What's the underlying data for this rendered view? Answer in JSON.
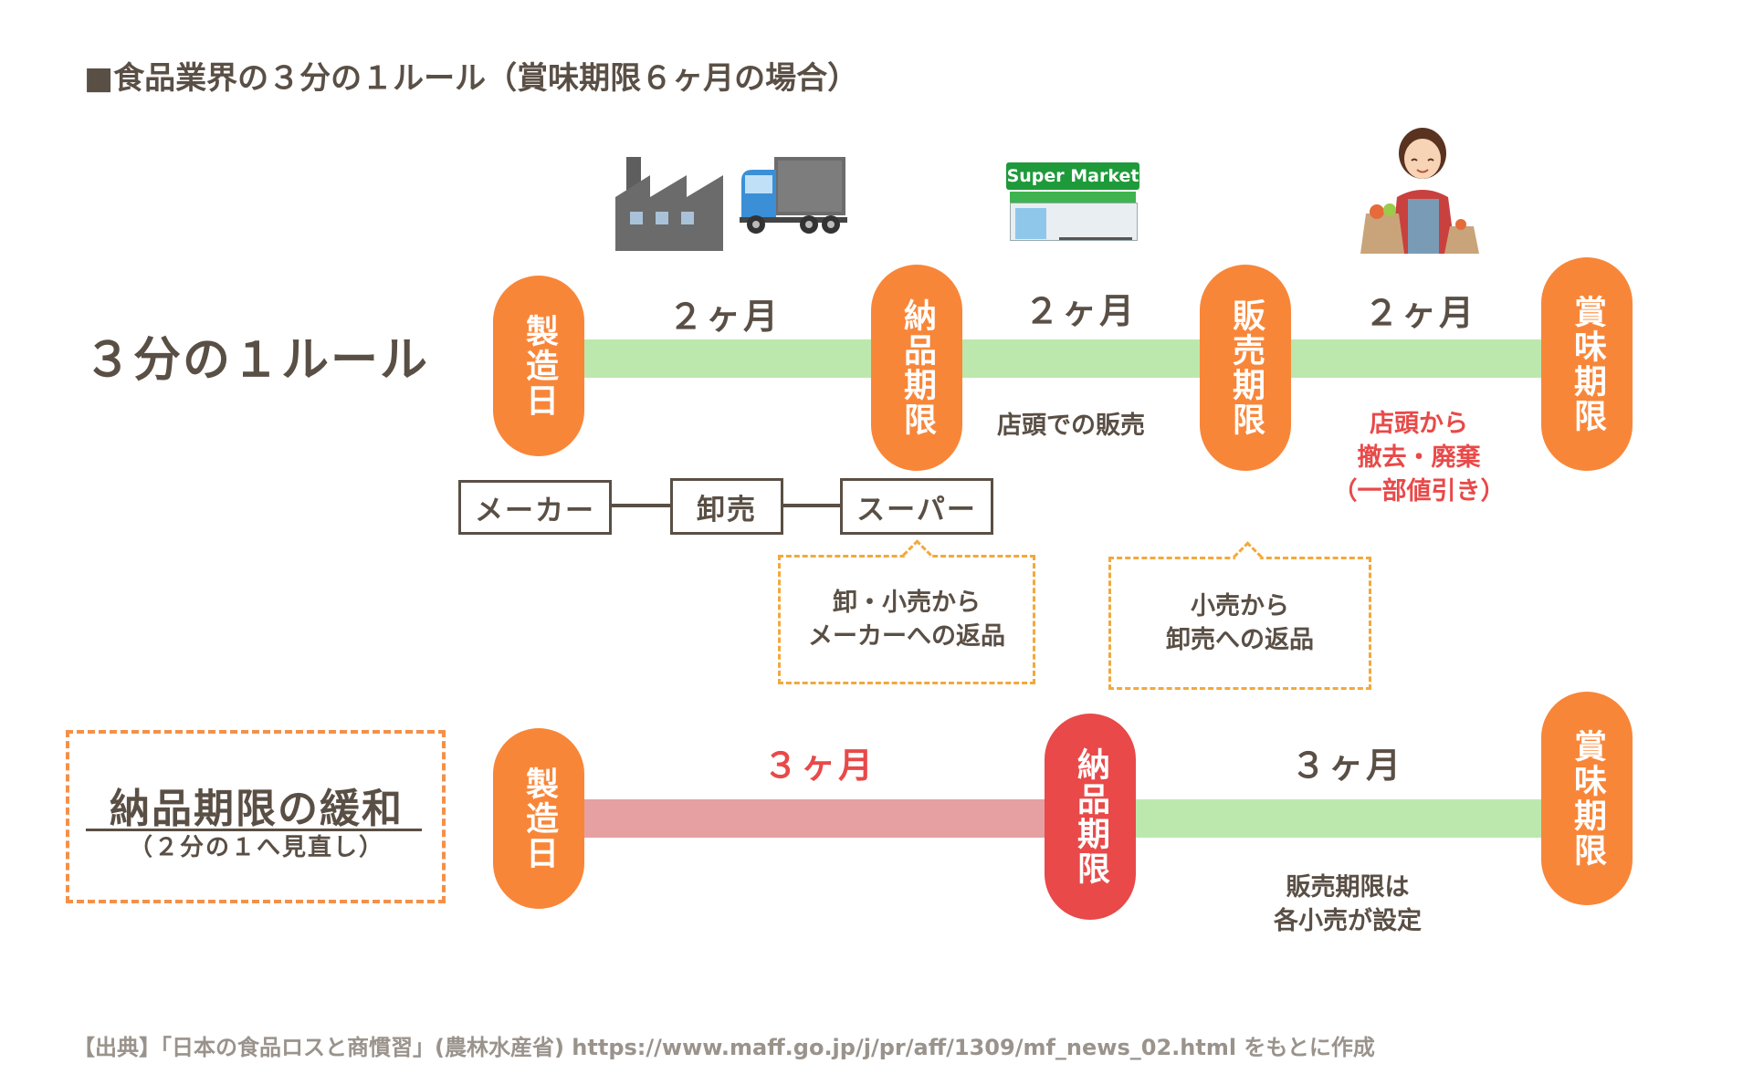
{
  "title": "■食品業界の３分の１ルール（賞味期限６ヶ月の場合）",
  "rule_row": {
    "label": "３分の１ルール",
    "milestones": [
      "製造日",
      "納品期限",
      "販売期限",
      "賞味期限"
    ],
    "periods": [
      "２ヶ月",
      "２ヶ月",
      "２ヶ月"
    ],
    "notes": {
      "store_sales": "店頭での販売",
      "removal_line1": "店頭から",
      "removal_line2": "撤去・廃棄",
      "removal_line3": "（一部値引き）"
    },
    "chain": [
      "メーカー",
      "卸売",
      "スーパー"
    ],
    "bubbles": [
      {
        "line1": "卸・小売から",
        "line2": "メーカーへの返品"
      },
      {
        "line1": "小売から",
        "line2": "卸売への返品"
      }
    ],
    "supermarket_sign": "Super Market"
  },
  "relaxed_row": {
    "label": "納品期限の緩和",
    "sublabel": "（２分の１へ見直し）",
    "milestones": [
      "製造日",
      "納品期限",
      "賞味期限"
    ],
    "periods": [
      "３ヶ月",
      "３ヶ月"
    ],
    "note_line1": "販売期限は",
    "note_line2": "各小売が設定"
  },
  "source": "【出典】「日本の食品ロスと商慣習」(農林水産省) https://www.maff.go.jp/j/pr/aff/1309/mf_news_02.html をもとに作成",
  "colors": {
    "orange": "#f88639",
    "red": "#e94949",
    "green_bar": "#bde8ad",
    "pink_bar": "#e6a0a1",
    "text": "#5a4f45"
  },
  "icons": [
    "factory-icon",
    "truck-icon",
    "supermarket-icon",
    "shopper-icon"
  ]
}
